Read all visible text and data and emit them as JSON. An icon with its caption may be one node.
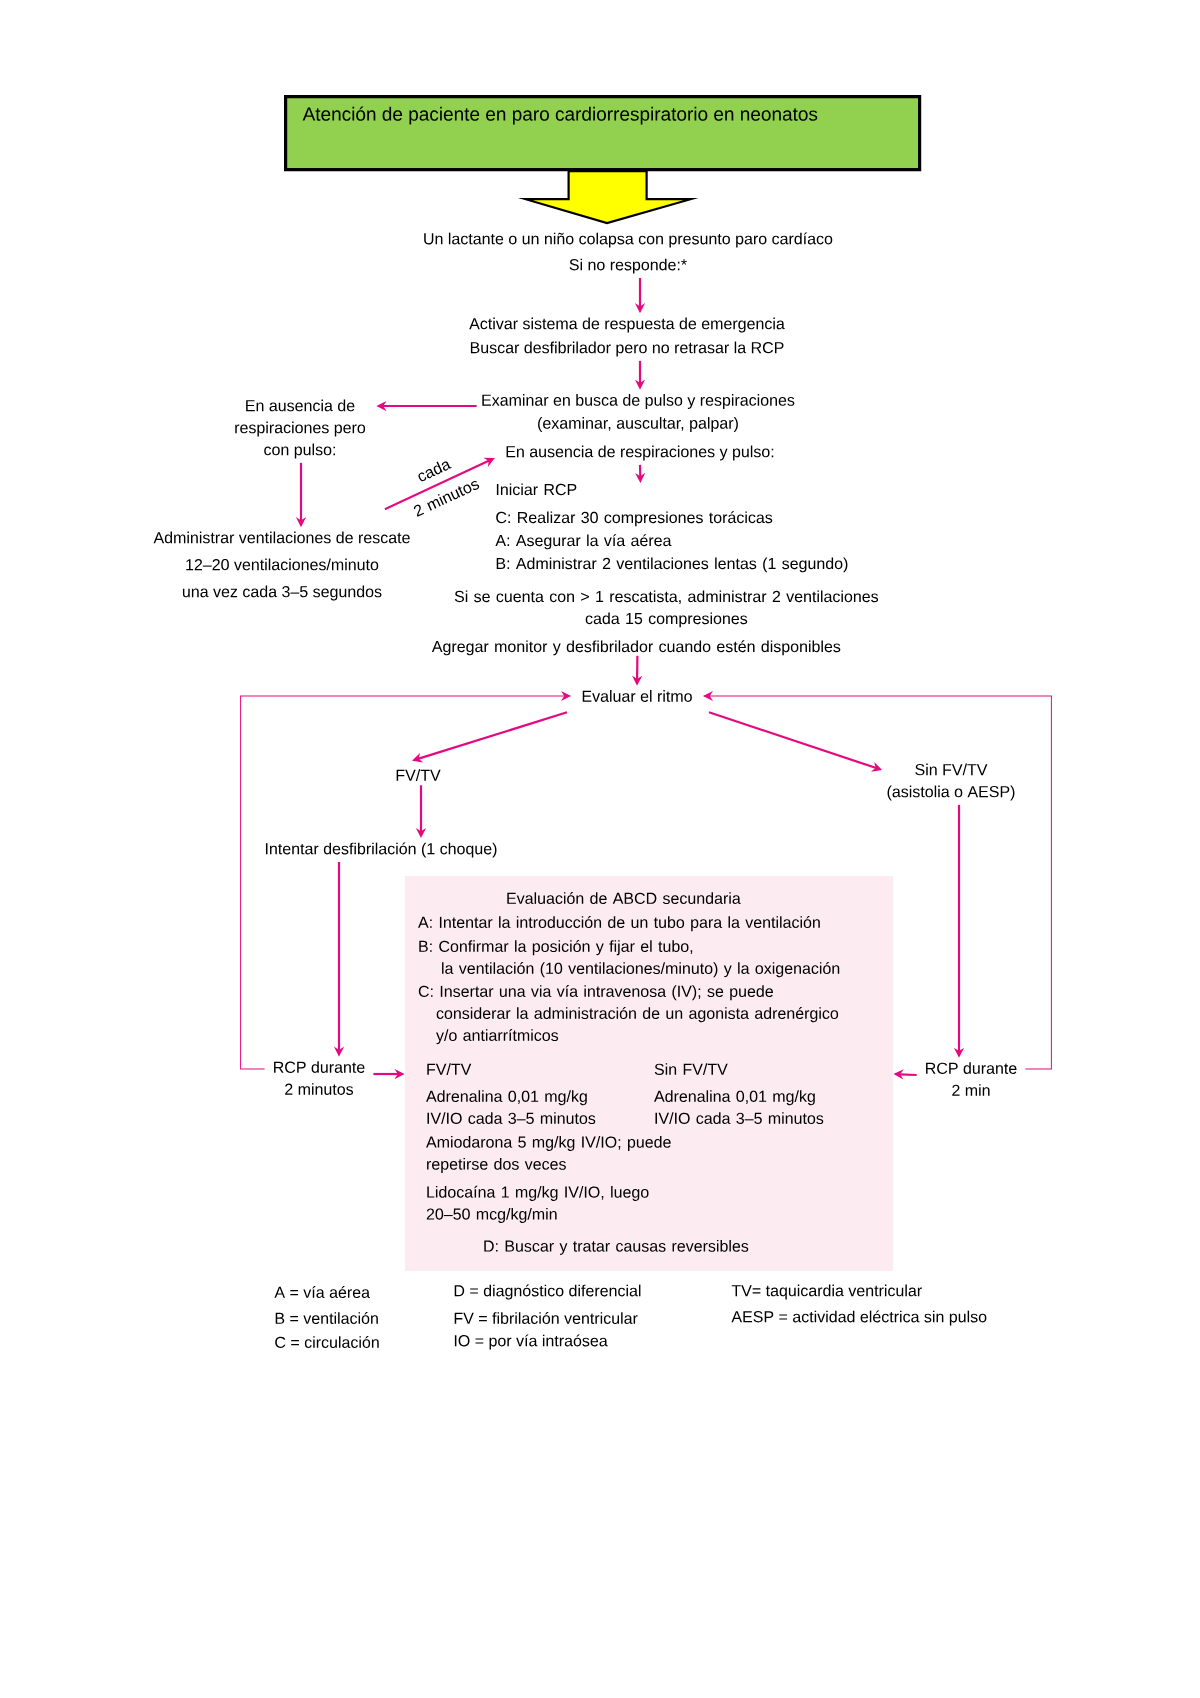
{
  "diagram": {
    "nodes": [
      {
        "text": [
          "Atención de paciente en paro cardiorrespiratorio en neonatos"
        ]
      },
      {
        "text": [
          "Un lactante o un niño colapsa con presunto paro cardíaco",
          "Si no responde:*"
        ]
      },
      {
        "text": [
          "Activar sistema de respuesta de emergencia",
          "Buscar desfibrilador pero no retrasar la RCP"
        ]
      },
      {
        "text": [
          "Examinar en busca de pulso y respiraciones",
          "(examinar, auscultar, palpar)"
        ]
      },
      {
        "text": [
          "En ausencia de respiraciones pero con pulso:"
        ]
      },
      {
        "text": [
          "Administrar ventilaciones de rescate",
          "12–20 ventilaciones/minuto",
          "una vez cada 3–5 segundos"
        ]
      },
      {
        "text": [
          "En ausencia de respiraciones y pulso:"
        ]
      },
      {
        "text": [
          "Iniciar RCP",
          "C: Realizar 30 compresiones torácicas",
          "A: Asegurar la vía aérea",
          "B: Administrar 2 ventilaciones lentas (1 segundo)"
        ]
      },
      {
        "text": [
          "Si se cuenta con > 1 rescatista, administrar 2 ventilaciones cada 15 compresiones",
          "Agregar monitor y desfibrilador cuando estén disponibles"
        ]
      },
      {
        "text": [
          "Evaluar el ritmo"
        ]
      },
      {
        "text": [
          "FV/TV"
        ]
      },
      {
        "text": [
          "Sin FV/TV",
          "(asistolia o AESP)"
        ]
      },
      {
        "text": [
          "Intentar desfibrilación (1 choque)"
        ]
      },
      {
        "text": [
          "Evaluación de ABCD secundaria",
          "A: Intentar la introducción de un tubo para la ventilación",
          "B: Confirmar la posición y fijar el tubo, la ventilación (10 ventilaciones/minuto) y la oxigenación",
          "C: Insertar una via vía intravenosa (IV); se puede considerar la administración de un agonista adrenérgico y/o antiarrítmicos",
          "FV/TV",
          "Adrenalina 0,01 mg/kg IV/IO cada 3–5 minutos",
          "Amiodarona 5 mg/kg IV/IO; puede repetirse dos veces",
          "Lidocaína 1 mg/kg IV/IO, luego 20–50 mcg/kg/min",
          "Sin FV/TV",
          "Adrenalina 0,01 mg/kg IV/IO cada 3–5 minutos",
          "D: Buscar y tratar causas reversibles"
        ]
      },
      {
        "text": [
          "RCP durante 2 minutos"
        ]
      },
      {
        "text": [
          "RCP durante 2 min"
        ]
      }
    ],
    "edges": [
      {
        "from": 0,
        "to": 1,
        "arrow": "to",
        "style": "thick",
        "color": "#ffff00"
      },
      {
        "from": 1,
        "to": 2,
        "arrow": "to"
      },
      {
        "from": 2,
        "to": 3,
        "arrow": "to"
      },
      {
        "from": 3,
        "to": 4,
        "arrow": "to"
      },
      {
        "from": 4,
        "to": 5,
        "arrow": "to"
      },
      {
        "from": 5,
        "to": 6,
        "arrow": "to",
        "label": "cada 2 minutos"
      },
      {
        "from": 6,
        "to": 7,
        "arrow": "to"
      },
      {
        "from": 8,
        "to": 9,
        "arrow": "to"
      },
      {
        "from": 9,
        "to": 10,
        "arrow": "to"
      },
      {
        "from": 9,
        "to": 11,
        "arrow": "to"
      },
      {
        "from": 10,
        "to": 12,
        "arrow": "to"
      },
      {
        "from": 12,
        "to": 14,
        "arrow": "to"
      },
      {
        "from": 11,
        "to": 15,
        "arrow": "to"
      },
      {
        "from": 14,
        "to": 13,
        "arrow": "to"
      },
      {
        "from": 15,
        "to": 13,
        "arrow": "to"
      },
      {
        "from": 14,
        "to": 9,
        "arrow": "to"
      },
      {
        "from": 15,
        "to": 9,
        "arrow": "to"
      }
    ],
    "labels": [
      "A = vía aérea",
      "D = diagnóstico diferencial",
      "TV= taquicardia ventricular",
      "B = ventilación",
      "FV = fibrilación ventricular",
      "AESP = actividad eléctrica sin pulso",
      "C = circulación",
      "IO = por vía intraósea"
    ]
  }
}
